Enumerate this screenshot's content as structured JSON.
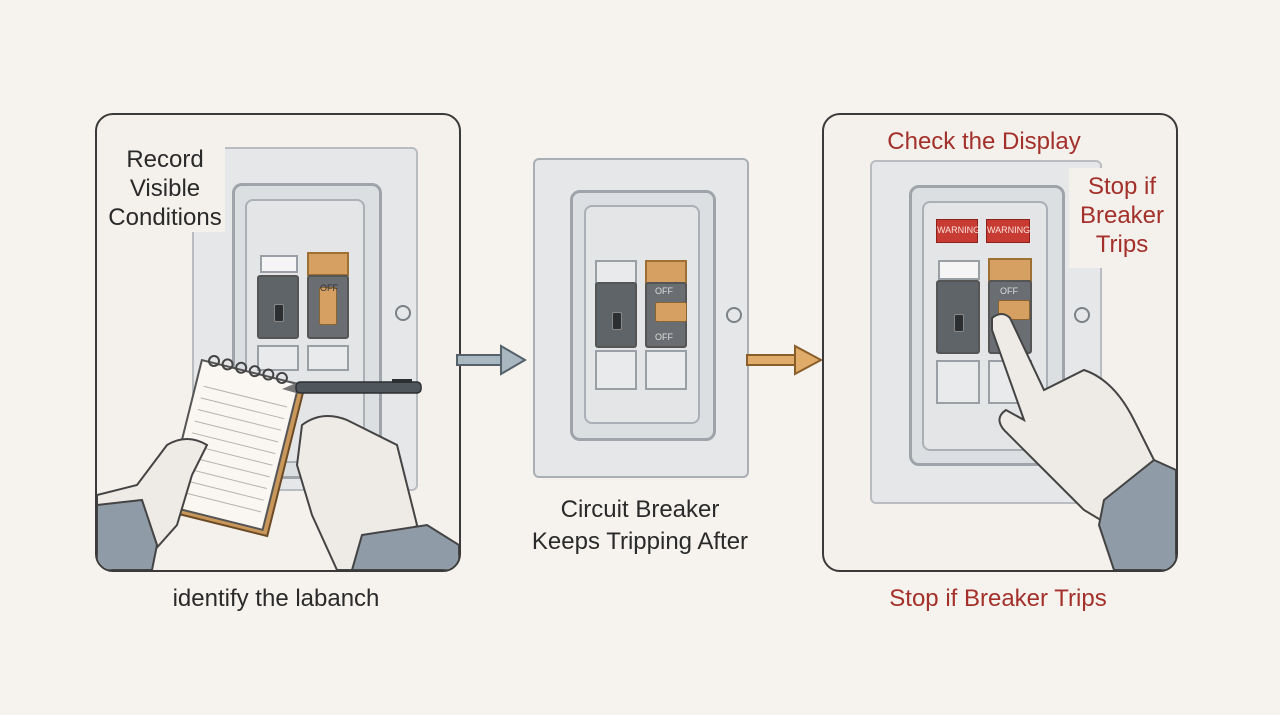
{
  "panel1": {
    "label": "Record Visible Conditions",
    "caption": "identify the labanch",
    "switch_text": "OFF"
  },
  "panel2": {
    "caption_line1": "Circuit Breaker",
    "caption_line2": "Keeps Tripping After",
    "switch_text_top": "OFF",
    "switch_text_bottom": "OFF"
  },
  "panel3": {
    "title": "Check the Display",
    "label_line1": "Stop if",
    "label_line2": "Breaker",
    "label_line3": "Trips",
    "caption": "Stop if Breaker Trips",
    "warning_left": "WARNING",
    "warning_right": "WARNING",
    "switch_text": "OFF"
  },
  "colors": {
    "background": "#f6f3ee",
    "accent_red": "#a3302a",
    "arrow_blue": "#7e96a6",
    "arrow_orange": "#d4984f",
    "breaker_orange": "#c89552"
  },
  "icons": [
    "arrow-right-icon",
    "notepad-icon",
    "pen-icon",
    "hand-icon",
    "screw-icon"
  ]
}
